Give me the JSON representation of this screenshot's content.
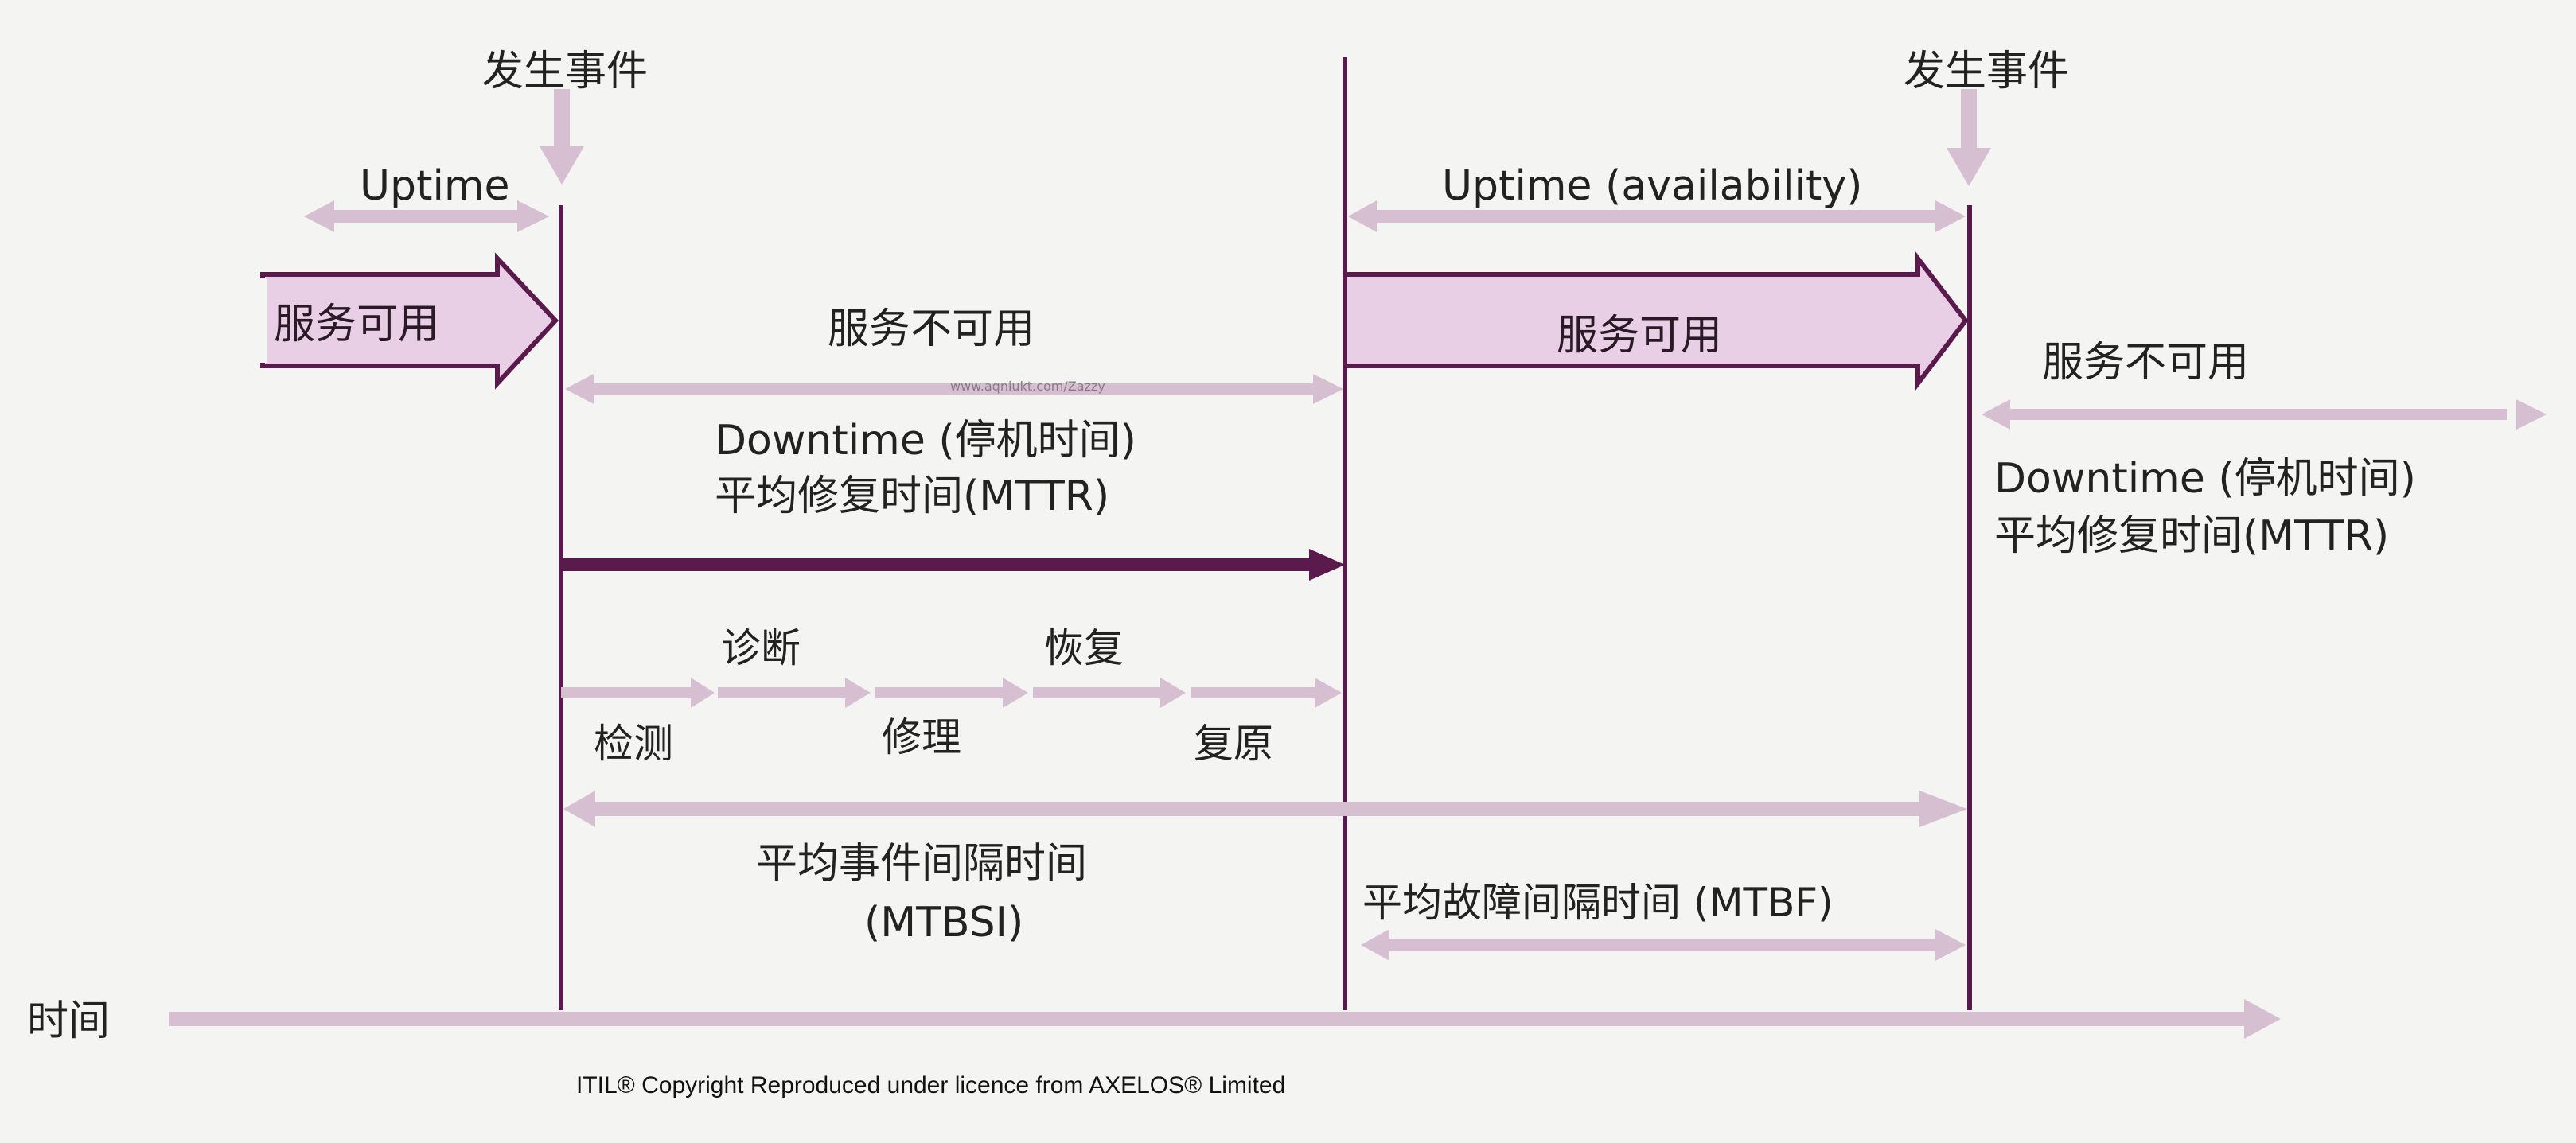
{
  "colors": {
    "background": "#f4f4f3",
    "timeline_arrow": "#d7bfd2",
    "vertical_line": "#5a1a4c",
    "mttr_arrow": "#5a1a4c",
    "fill_arrow": "#e9cfe6",
    "fill_arrow_stroke": "#5a1a4c"
  },
  "labels": {
    "event1": "发生事件",
    "event2": "发生事件",
    "uptime_left": "Uptime",
    "uptime_availability": "Uptime (availability)",
    "service_available_left": "服务可用",
    "service_available_right": "服务可用",
    "service_unavailable_1": "服务不可用",
    "service_unavailable_2": "服务不可用",
    "downtime_1": "Downtime (停机时间)",
    "mttr_1": "平均修复时间(MTTR)",
    "downtime_2": "Downtime (停机时间)",
    "mttr_2": "平均修复时间(MTTR)",
    "stage_detect": "检测",
    "stage_diagnose": "诊断",
    "stage_repair": "修理",
    "stage_recover": "恢复",
    "stage_restore": "复原",
    "mtbsi_line1": "平均事件间隔时间",
    "mtbsi_line2": "(MTBSI)",
    "mtbf": "平均故障间隔时间 (MTBF)",
    "time_axis": "时间",
    "watermark": "www.aqniukt.com/Zazzy",
    "copyright": "ITIL® Copyright Reproduced under licence from AXELOS® Limited"
  }
}
